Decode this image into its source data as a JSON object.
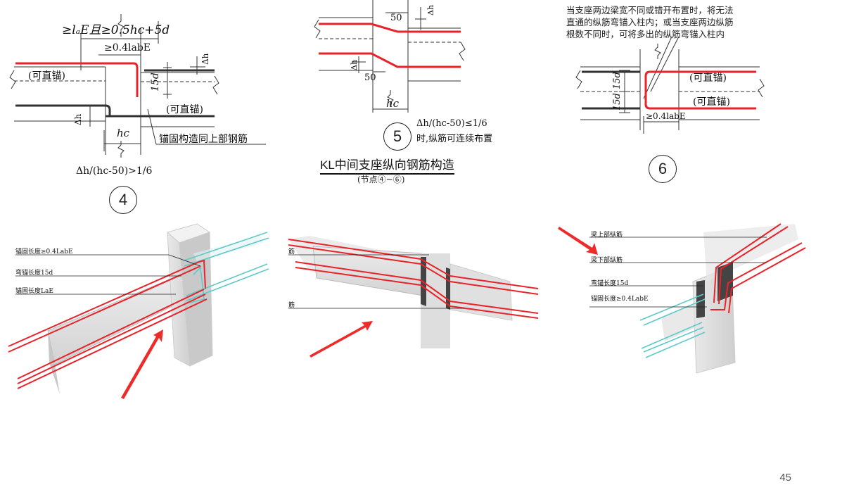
{
  "title": "KL中间支座纵向钢筋构造",
  "subtitle": "(节点④~⑥)",
  "page_number": "45",
  "node4": {
    "number": "4",
    "dim_top": "≥lₐE且≥0.5hc+5d",
    "dim_04": "≥0.4labE",
    "label_left": "(可直锚)",
    "label_right": "(可直锚)",
    "dim_15d": "15d",
    "delta_h": "Δh",
    "dim_hc": "hc",
    "anchor_note": "锚固构造同上部钢筋",
    "condition": "Δh/(hc-50)>1/6"
  },
  "node5": {
    "number": "5",
    "dim_50_top": "50",
    "dim_50_bottom": "50",
    "delta_h": "Δh",
    "dim_hc": "hc",
    "condition_line1": "Δh/(hc-50)≤1/6",
    "condition_line2": "时,纵筋可连续布置"
  },
  "node6": {
    "number": "6",
    "note": "当支座两边梁宽不同或错开布置时，将无法\n直通的纵筋弯锚入柱内；或当支座两边纵筋\n根数不同时，可将多出的纵筋弯锚入柱内",
    "label_top": "(可直锚)",
    "label_bottom": "(可直锚)",
    "dim_15d_a": "15d",
    "dim_15d_b": "15d",
    "dim_04": "≥0.4labE"
  },
  "model1": {
    "label_1": "锚固长度≥0.4LabE",
    "label_2": "弯锚长度15d",
    "label_3": "锚固长度LaE"
  },
  "model2": {
    "label_1": "筋",
    "label_2": "筋"
  },
  "model3": {
    "label_1": "梁上部纵筋",
    "label_2": "梁下部纵筋",
    "label_3": "弯锚长度15d",
    "label_4": "锚固长度≥0.4LabE"
  },
  "colors": {
    "rebar_red": "#e8232a",
    "rebar_cyan": "#5fc9c9",
    "concrete": "#d9d9d9",
    "line": "#333333",
    "arrow_red": "#ee2b2b"
  }
}
